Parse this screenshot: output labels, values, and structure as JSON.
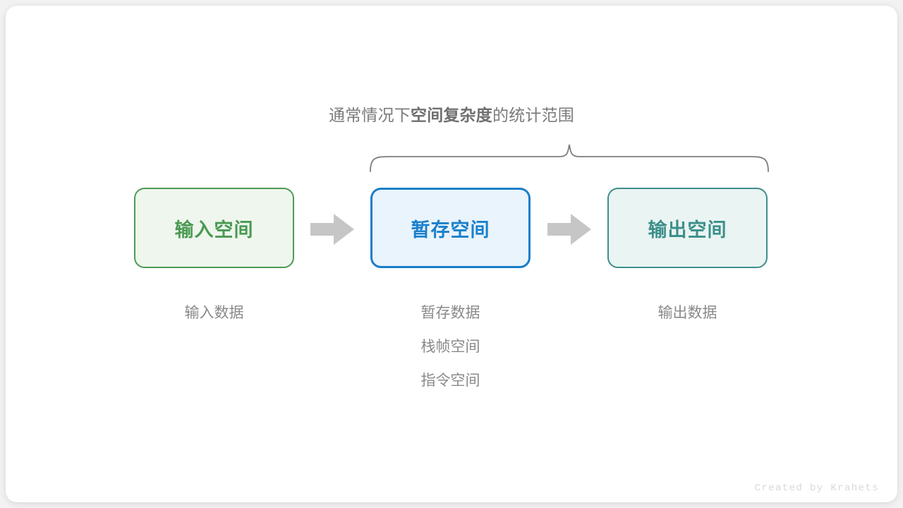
{
  "diagram": {
    "caption": {
      "prefix": "通常情况下",
      "emphasis": "空间复杂度",
      "suffix": "的统计范围"
    },
    "brace": {
      "name": "curly-brace",
      "color": "#7d7d7d",
      "spans_boxes": [
        "暂存空间",
        "输出空间"
      ]
    },
    "boxes": [
      {
        "label": "输入空间",
        "fill": "#eef6ee",
        "border": "#4f9a55",
        "text_color": "#4a9a52"
      },
      {
        "label": "暂存空间",
        "fill": "#e9f4fc",
        "border": "#1a7ec8",
        "text_color": "#1a80cb"
      },
      {
        "label": "输出空间",
        "fill": "#eaf4f2",
        "border": "#3d8f8a",
        "text_color": "#3c8f8a"
      }
    ],
    "arrows": [
      {
        "name": "arrow-input-to-temp",
        "color": "#c6c6c6"
      },
      {
        "name": "arrow-temp-to-output",
        "color": "#c6c6c6"
      }
    ],
    "columns": [
      {
        "items": [
          "输入数据"
        ]
      },
      {
        "items": [
          "暂存数据",
          "栈帧空间",
          "指令空间"
        ]
      },
      {
        "items": [
          "输出数据"
        ]
      }
    ],
    "watermark": "Created by Krahets",
    "background": "#ffffff",
    "page_background": "#f2f2f3"
  }
}
